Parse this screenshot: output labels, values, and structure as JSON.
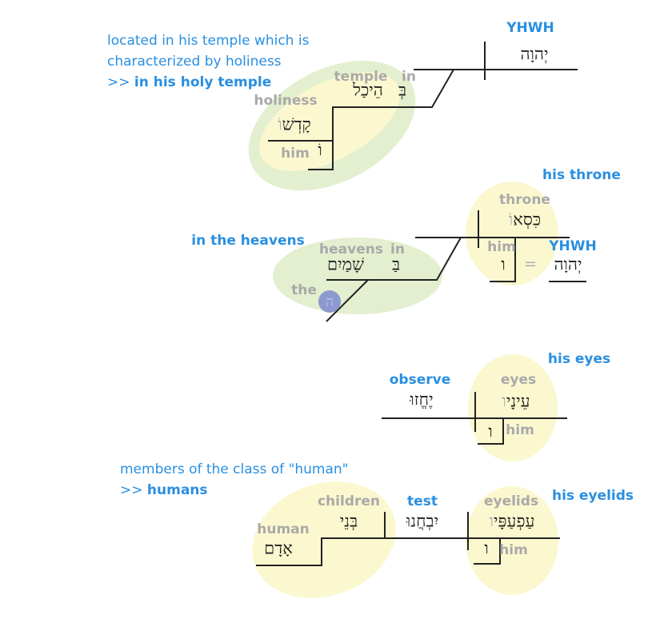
{
  "colors": {
    "note": "#2a8fe0",
    "gloss": "#a9a9a9",
    "line": "#222222",
    "green_group": "#e3efcf",
    "yellow_group": "#fbf8cf",
    "article_circle": "#8d9ad0"
  },
  "clause1": {
    "note_lines": [
      "located in his temple which is",
      "characterized by holiness"
    ],
    "note_prefix": ">>",
    "note_bold": "in his holy temple",
    "subject_gloss": "YHWH",
    "subject_heb": "יְהוָה",
    "temple_gloss": "temple",
    "in_gloss": "in",
    "temple_heb": "הֵיכַל",
    "in_heb": "בְּ",
    "holiness_gloss": "holiness",
    "holiness_heb": "קָדְשׁ",
    "holiness_suffix": "וֹ",
    "him_gloss": "him",
    "him_heb": "וֹ"
  },
  "clause2": {
    "throne_note": "his throne",
    "heavens_note": "in the heavens",
    "throne_gloss": "throne",
    "throne_heb": "כִּסְא",
    "throne_suffix": "וֹ",
    "heavens_gloss": "heavens",
    "in_gloss": "in",
    "heavens_heb": "שָׁמַיִם",
    "in_heb": "בַּ",
    "the_gloss": "the",
    "the_heb": "ה",
    "him_gloss": "him",
    "him_heb": "ו",
    "equals": "=",
    "yhwh_gloss": "YHWH",
    "yhwh_heb": "יְהוָה"
  },
  "clause3": {
    "eyes_note": "his eyes",
    "verb_gloss": "observe",
    "verb_heb": "יֶחֱזוּ",
    "eyes_gloss": "eyes",
    "eyes_heb": "עֵינָי",
    "eyes_suffix": "ו",
    "him_heb": "ו",
    "him_gloss": "him"
  },
  "clause4": {
    "note_line": "members of the class of \"human\"",
    "note_prefix": ">>",
    "note_bold": "humans",
    "eyelids_note": "his eyelids",
    "children_gloss": "children",
    "children_heb": "בְּנֵי",
    "human_gloss": "human",
    "human_heb": "אָדָם",
    "verb_gloss": "test",
    "verb_heb": "יִבְחֲנוּ",
    "eyelids_gloss": "eyelids",
    "eyelids_heb": "עַפְעַפָּי",
    "eyelids_suffix": "ו",
    "him_heb": "ו",
    "him_gloss": "him"
  }
}
